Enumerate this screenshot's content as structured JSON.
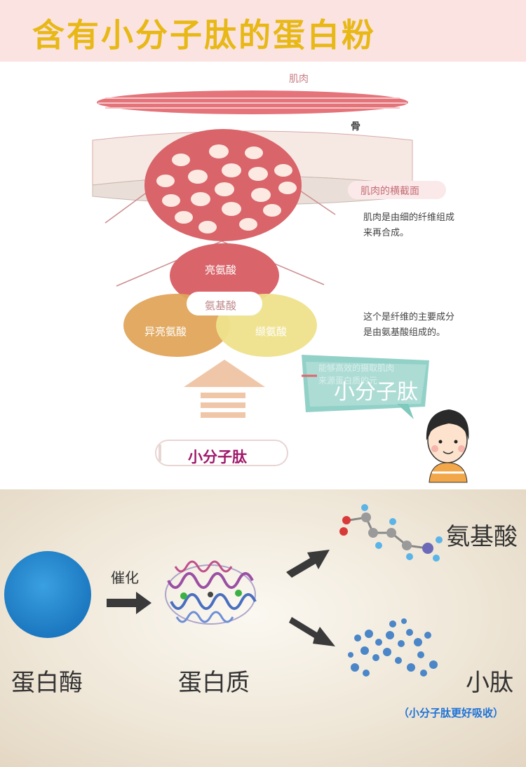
{
  "header": {
    "title": "含有小分子肽的蛋白粉"
  },
  "top": {
    "muscle_label": "肌肉",
    "bone_label": "骨",
    "cross_section_label": "肌肉的横截面",
    "note1": [
      "肌肉是由细的纤维组成",
      "来再合成。"
    ],
    "note2": [
      "这个是纤维的主要成分",
      "是由氨基酸组成的。"
    ],
    "leucine": "亮氨酸",
    "amino_acid_center": "氨基酸",
    "isoleucine": "异亮氨酸",
    "valine": "缬氨酸",
    "bubble_faded": [
      "能够高效的摄取肌肉",
      "来源蛋白质的元"
    ],
    "bubble_overlay": "小分子肽",
    "button_label": "小分子肽"
  },
  "bottom": {
    "catalysis": "催化",
    "enzyme": "蛋白酶",
    "protein": "蛋白质",
    "amino_acid": "氨基酸",
    "small_peptide": "小肽",
    "note": "（小分子肽更好吸收）"
  },
  "colors": {
    "header_bg": "#fbe3e2",
    "title": "#e8b816",
    "muscle_red": "#d9646a",
    "leucine": "#d9646a",
    "isoleucine": "#e0a55a",
    "valine": "#eee18c",
    "arrow": "#f0c6a8",
    "enzyme_blue": "#1e86d0",
    "bubble": "#7fc9bd",
    "note_blue": "#1e73d8",
    "button_text": "#a0186b"
  }
}
